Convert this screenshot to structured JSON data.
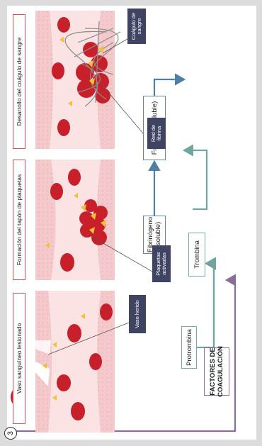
{
  "steps": {
    "factores": "FACTORES DE COAGULACIÓN",
    "protrombina": "Protrombina",
    "trombina": "Trombina",
    "fibrinogeno": "Fibrinógeno (soluble)",
    "fibrina": "Fibrina (insoluble)"
  },
  "labels": {
    "vaso_herido": "Vaso herido",
    "plaquetas_activadas": "Plaquetas activadas",
    "red_de_fibrina": "Red de fibrina",
    "coagulo_de_sangre": "Coágulo de sangre"
  },
  "captions": {
    "stage1": "Vaso sanguíneo lesionado",
    "stage2": "Formación del tapón de plaquetas",
    "stage3": "Desarrollo del coágulo de sangre"
  },
  "figure_number": "3",
  "colors": {
    "purple_arrow": "#8a6c9d",
    "teal_arrow": "#6fa79f",
    "blue_arrow": "#4f7fa3",
    "vessel_wall": "#f4c9cc",
    "blood_cell": "#c8202b",
    "platelet": "#f1c232",
    "label_bg": "#3e4461",
    "caption_border": "#d9534f"
  }
}
